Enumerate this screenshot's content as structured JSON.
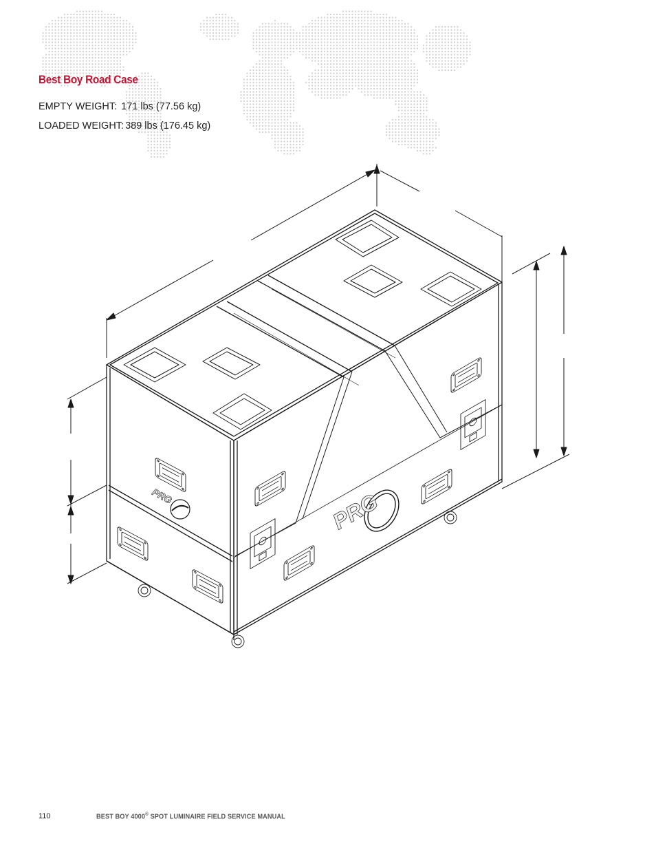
{
  "section": {
    "title": "Best Boy Road Case"
  },
  "specs": {
    "empty_label": "EMPTY WEIGHT:",
    "empty_value": "171 lbs (77.56 kg)",
    "loaded_label": "LOADED WEIGHT:",
    "loaded_value": "389 lbs (176.45 kg)"
  },
  "drawing": {
    "logo_text": "PRG"
  },
  "footer": {
    "page_number": "110",
    "title_prefix": "BEST BOY 4000",
    "title_mark": "®",
    "title_suffix": " SPOT LUMINAIRE FIELD SERVICE MANUAL"
  },
  "colors": {
    "accent": "#c8102e",
    "map_dots": "#cfcfcf",
    "line": "#1a1a1a"
  }
}
